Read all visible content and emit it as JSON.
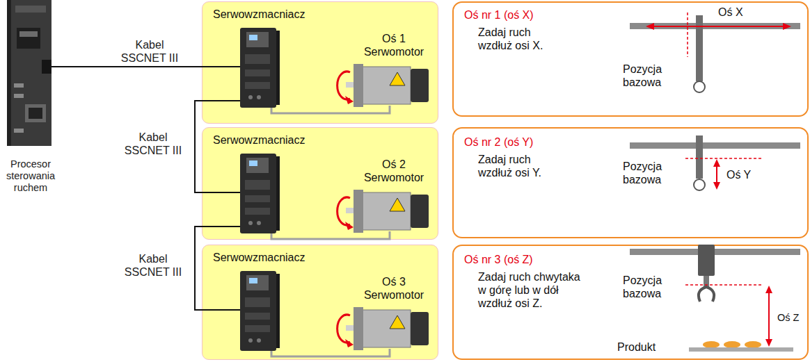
{
  "diagram": {
    "nodes": [
      {
        "text": [
          "Procesor sterowania ruchem"
        ]
      },
      {
        "text": [
          "Serwowzmacniacz",
          "Oś 1 Serwomotor"
        ]
      },
      {
        "text": [
          "Serwowzmacniacz",
          "Oś 2 Serwomotor"
        ]
      },
      {
        "text": [
          "Serwowzmacniacz",
          "Oś 3 Serwomotor"
        ]
      },
      {
        "text": [
          "Oś nr 1 (oś X)",
          "Zadaj ruch wzdłuż osi X.",
          "Oś X",
          "Pozycja bazowa"
        ]
      },
      {
        "text": [
          "Oś nr 2 (oś Y)",
          "Zadaj ruch wzdłuż osi Y.",
          "Pozycja bazowa",
          "Oś Y"
        ]
      },
      {
        "text": [
          "Oś nr 3 (oś Z)",
          "Zadaj ruch chwytaka w górę lub w dół wzdłuż osi Z.",
          "Pozycja bazowa",
          "Oś Z",
          "Produkt"
        ]
      }
    ],
    "edges": [
      {
        "from": 0,
        "to": 1,
        "arrow": "none",
        "label": "Kabel SSCNET III"
      },
      {
        "from": 1,
        "to": 2,
        "arrow": "none",
        "label": "Kabel SSCNET III"
      },
      {
        "from": 2,
        "to": 3,
        "arrow": "none",
        "label": "Kabel SSCNET III"
      }
    ]
  }
}
